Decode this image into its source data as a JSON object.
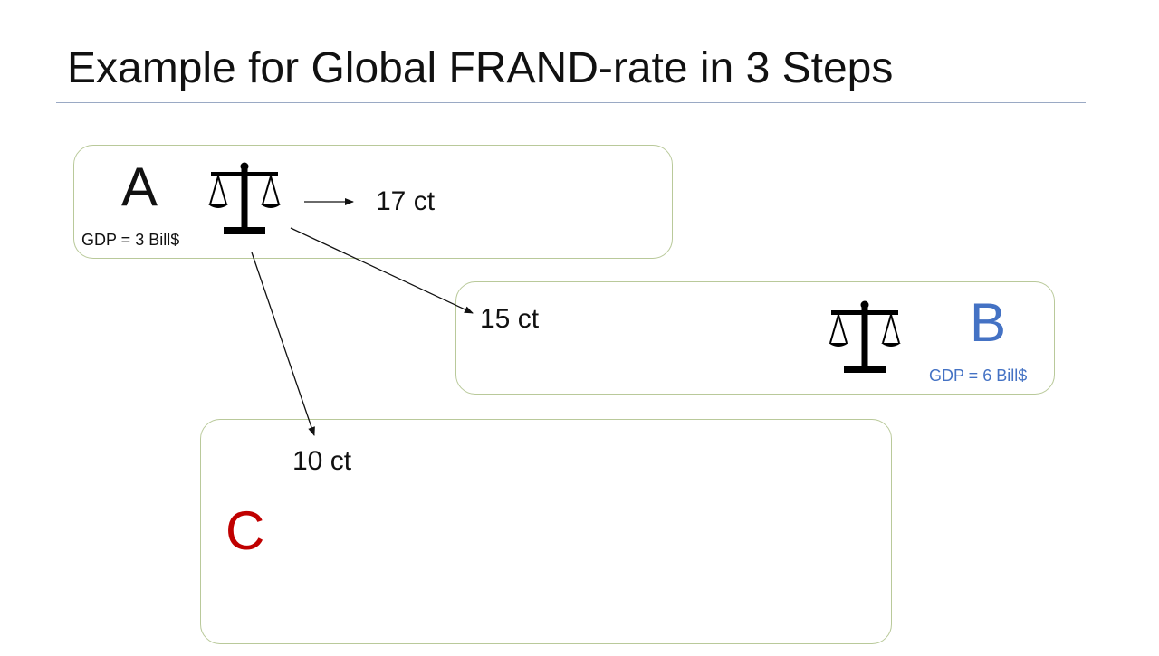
{
  "title": "Example for Global FRAND-rate in 3 Steps",
  "countries": {
    "a": {
      "letter": "A",
      "gdp": "GDP = 3 Bill$",
      "color": "#111111"
    },
    "b": {
      "letter": "B",
      "gdp": "GDP = 6 Bill$",
      "color": "#4472c4"
    },
    "c": {
      "letter": "C",
      "color": "#c00000"
    }
  },
  "rates": {
    "a_to_a": "17 ct",
    "a_to_b": "15 ct",
    "a_to_c": "10 ct"
  },
  "icons": {
    "scale": "scales-of-justice-icon",
    "arrow": "arrow"
  },
  "colors": {
    "box_border": "#b9c99a",
    "title_rule": "#9aa9c4"
  }
}
